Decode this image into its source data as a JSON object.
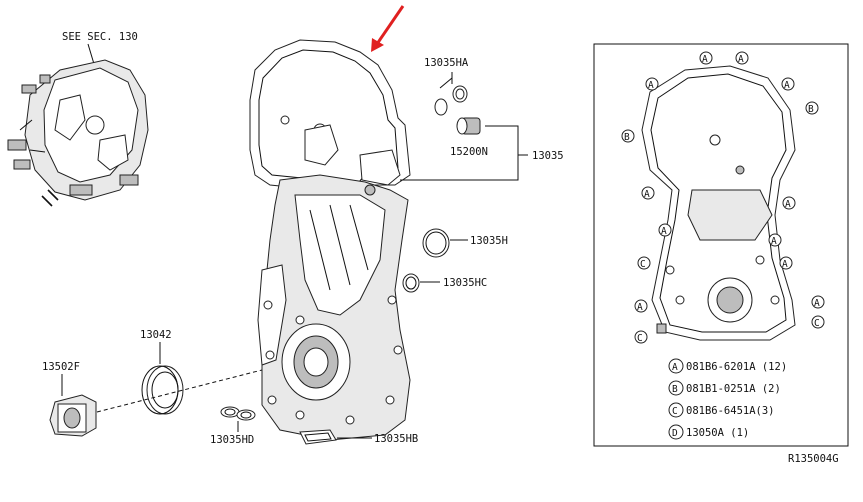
{
  "header": {
    "see_section": "SEE SEC. 130"
  },
  "callouts": {
    "p13035HA": "13035HA",
    "p15200N": "15200N",
    "p13035": "13035",
    "p13035H": "13035H",
    "p13035HC": "13035HC",
    "p13042": "13042",
    "p13502F": "13502F",
    "p13035HD": "13035HD",
    "p13035HB": "13035HB"
  },
  "legend": {
    "marker_a": "A",
    "marker_b": "B",
    "marker_c": "C",
    "marker_d": "D",
    "row_a": "081B6-6201A (12)",
    "row_b": "081B1-0251A (2)",
    "row_c": "081B6-6451A(3)",
    "row_d": "13050A (1)"
  },
  "footer": {
    "ref_code": "R135004G"
  },
  "colors": {
    "arrow": "#e02020",
    "ink": "#111111"
  },
  "icons": {
    "pointer": "red-arrow-icon"
  }
}
